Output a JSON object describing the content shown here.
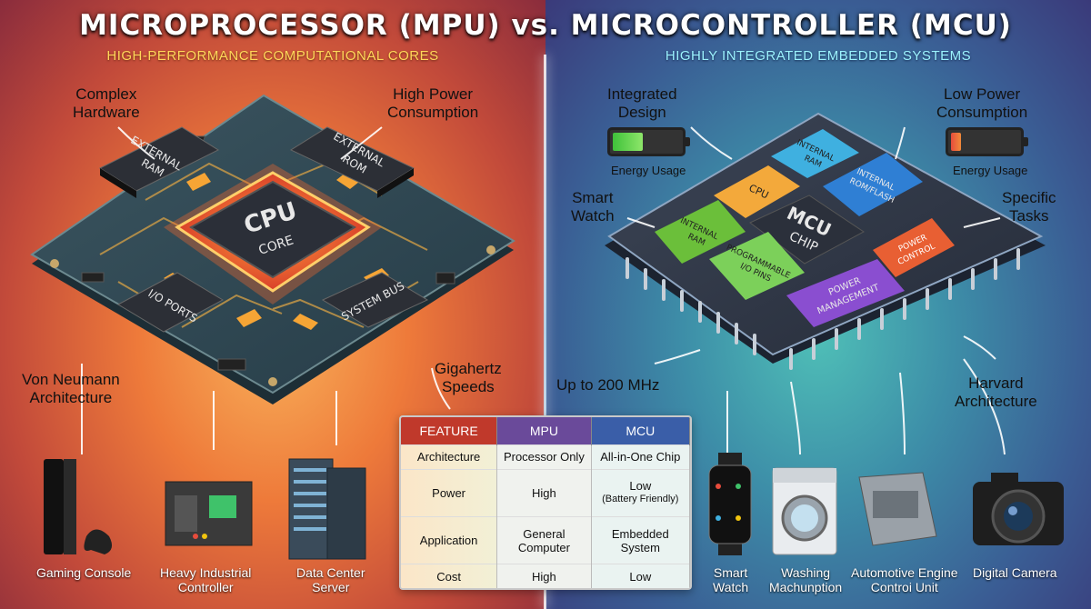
{
  "title": "MICROPROCESSOR (MPU) vs. MICROCONTROLLER (MCU)",
  "colors": {
    "mpu_accent": "#ffd75a",
    "mcu_accent": "#9cf3ff",
    "energy_high": "#e74c3c",
    "energy_low": "#6fd144"
  },
  "mpu": {
    "subtitle": "HIGH-PERFORMANCE COMPUTATIONAL CORES",
    "callouts": {
      "complex_hardware": [
        "Complex",
        "Hardware"
      ],
      "high_power": [
        "High Power",
        "Consumption"
      ],
      "von_neumann": [
        "Von Neumann",
        "Architecture"
      ],
      "gigahertz": [
        "Gigahertz",
        "Speeds"
      ]
    },
    "board": {
      "cpu": [
        "CPU",
        "CORE"
      ],
      "external_ram": [
        "EXTERNAL",
        "RAM"
      ],
      "external_rom": [
        "EXTERNAL",
        "ROM"
      ],
      "io_ports": "I/O PORTS",
      "system_bus": "SYSTEM BUS"
    },
    "devices": {
      "gaming": [
        "Gaming Console"
      ],
      "industrial": [
        "Heavy Industrial",
        "Controller"
      ],
      "datacenter": [
        "Data Center",
        "Server"
      ]
    }
  },
  "mcu": {
    "subtitle": "HIGHLY INTEGRATED EMBEDDED SYSTEMS",
    "callouts": {
      "integrated": [
        "Integrated",
        "Design"
      ],
      "low_power": [
        "Low Power",
        "Consumption"
      ],
      "smart_watch": [
        "Smart",
        "Watch"
      ],
      "specific": [
        "Specific",
        "Tasks"
      ],
      "mhz": [
        "Up to 200 MHz"
      ],
      "harvard": [
        "Harvard",
        "Architecture"
      ]
    },
    "energy_usage_label": "Energy Usage",
    "energy": {
      "integrated_level": 0.45,
      "low_power_level": 0.15
    },
    "chip": {
      "center": [
        "MCU",
        "CHIP"
      ],
      "cpu": "CPU",
      "internal_ram_top": [
        "INTERNAL",
        "RAM"
      ],
      "internal_rom": [
        "INTERNAL",
        "ROM/FLASH"
      ],
      "internal_ram_left": [
        "INTERNAL",
        "RAM"
      ],
      "programmable_io": [
        "PROGRAMMABLE",
        "I/O PINS"
      ],
      "power_management": [
        "POWER",
        "MANAGEMENT"
      ],
      "power_control": [
        "POWER",
        "CONTROL"
      ]
    },
    "devices": {
      "watch": [
        "Smart",
        "Watch"
      ],
      "washing": [
        "Washing",
        "Machunption"
      ],
      "automotive": [
        "Automotive Engine",
        "Controi Unit"
      ],
      "camera": [
        "Digital Camera"
      ]
    }
  },
  "table": {
    "headers": [
      "FEATURE",
      "MPU",
      "MCU"
    ],
    "header_colors": [
      "#c0392b",
      "#6a4a9a",
      "#3a5ea8"
    ],
    "rows": [
      [
        "Architecture",
        "Processor Only",
        "All-in-One Chip"
      ],
      [
        "Power",
        "High",
        "Low (Battery Friendly)"
      ],
      [
        "Application",
        "General Computer",
        "Embedded System"
      ],
      [
        "Cost",
        "High",
        "Low"
      ]
    ],
    "cells_display": {
      "power_mcu": [
        "Low",
        "(Battery Friendly)"
      ],
      "app_mpu": [
        "General",
        "Computer"
      ],
      "app_mcu": [
        "Embedded",
        "System"
      ]
    }
  }
}
